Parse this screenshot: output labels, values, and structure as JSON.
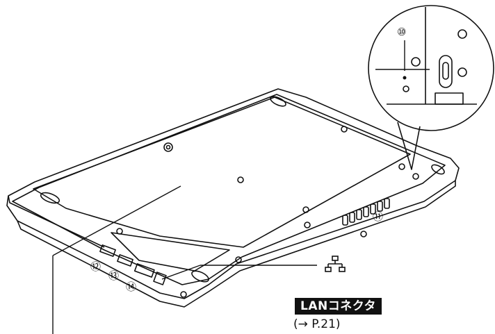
{
  "callouts": {
    "c10": "⑩",
    "c11": "⑪",
    "c12": "⑫",
    "c13": "⑬",
    "c14": "⑭"
  },
  "lan_connector": {
    "icon": "lan-network-icon",
    "title": "LANコネクタ",
    "page_ref": "(→ P.21)"
  },
  "colors": {
    "line": "#111111",
    "label_bg": "#111111",
    "label_text": "#ffffff"
  }
}
